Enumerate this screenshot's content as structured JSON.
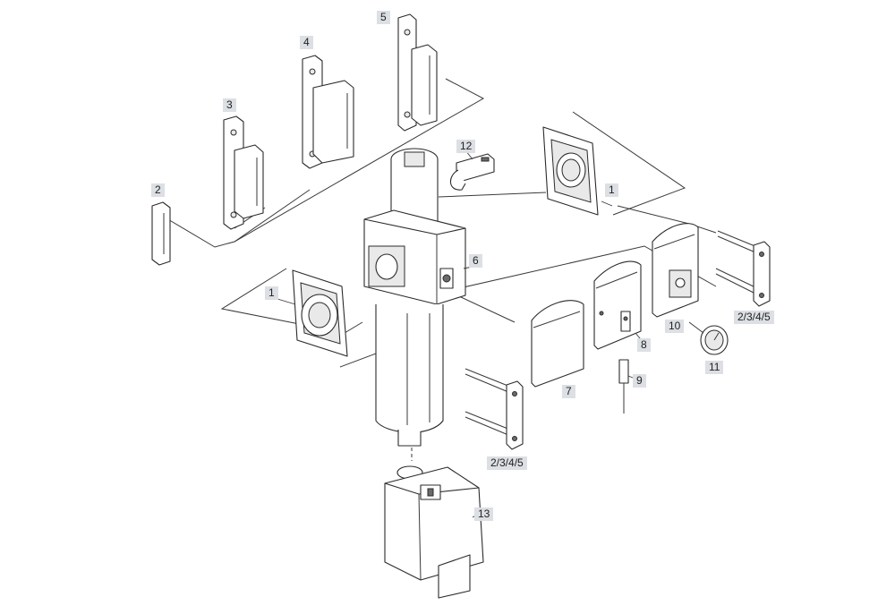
{
  "callouts": {
    "p1_right": "1",
    "p1_left": "1",
    "p2": "2",
    "p3": "3",
    "p4": "4",
    "p5": "5",
    "p6": "6",
    "p7": "7",
    "p8": "8",
    "p9": "9",
    "p10": "10",
    "p11": "11",
    "p12": "12",
    "p13": "13",
    "kit_right": "2/3/4/5",
    "kit_bottom": "2/3/4/5"
  },
  "colors": {
    "label_bg": "#dcdfe3",
    "line": "#3a3a3a",
    "shade": "#e9e9e9"
  }
}
